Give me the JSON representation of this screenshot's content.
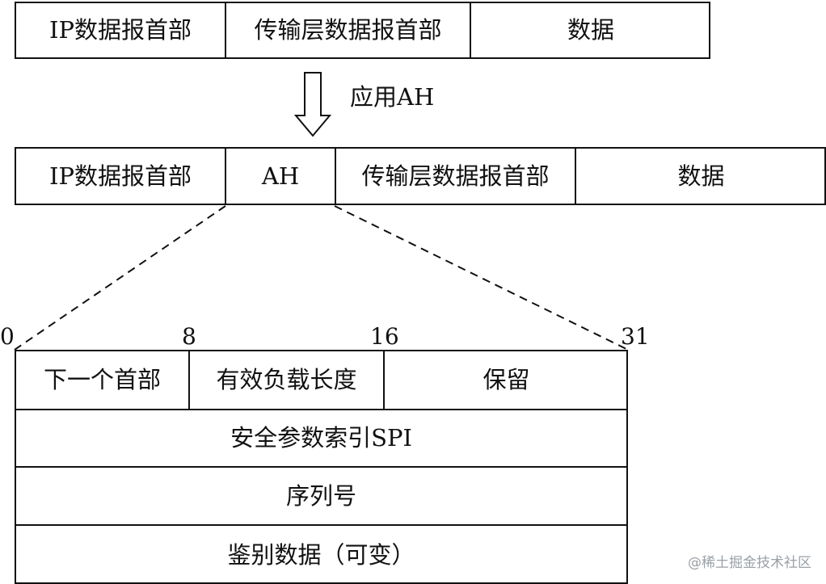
{
  "top_packet": {
    "ip_header": "IP数据报首部",
    "transport_header": "传输层数据报首部",
    "data": "数据"
  },
  "transform": {
    "label": "应用AH"
  },
  "ah_packet": {
    "ip_header": "IP数据报首部",
    "ah": "AH",
    "transport_header": "传输层数据报首部",
    "data": "数据"
  },
  "ah_format": {
    "bit_positions": [
      "0",
      "8",
      "16",
      "31"
    ],
    "next_header": "下一个首部",
    "payload_length": "有效负载长度",
    "reserved": "保留",
    "spi": "安全参数索引SPI",
    "sequence_number": "序列号",
    "auth_data": "鉴别数据（可变）"
  },
  "watermark": {
    "text": "@稀土掘金技术社区"
  }
}
